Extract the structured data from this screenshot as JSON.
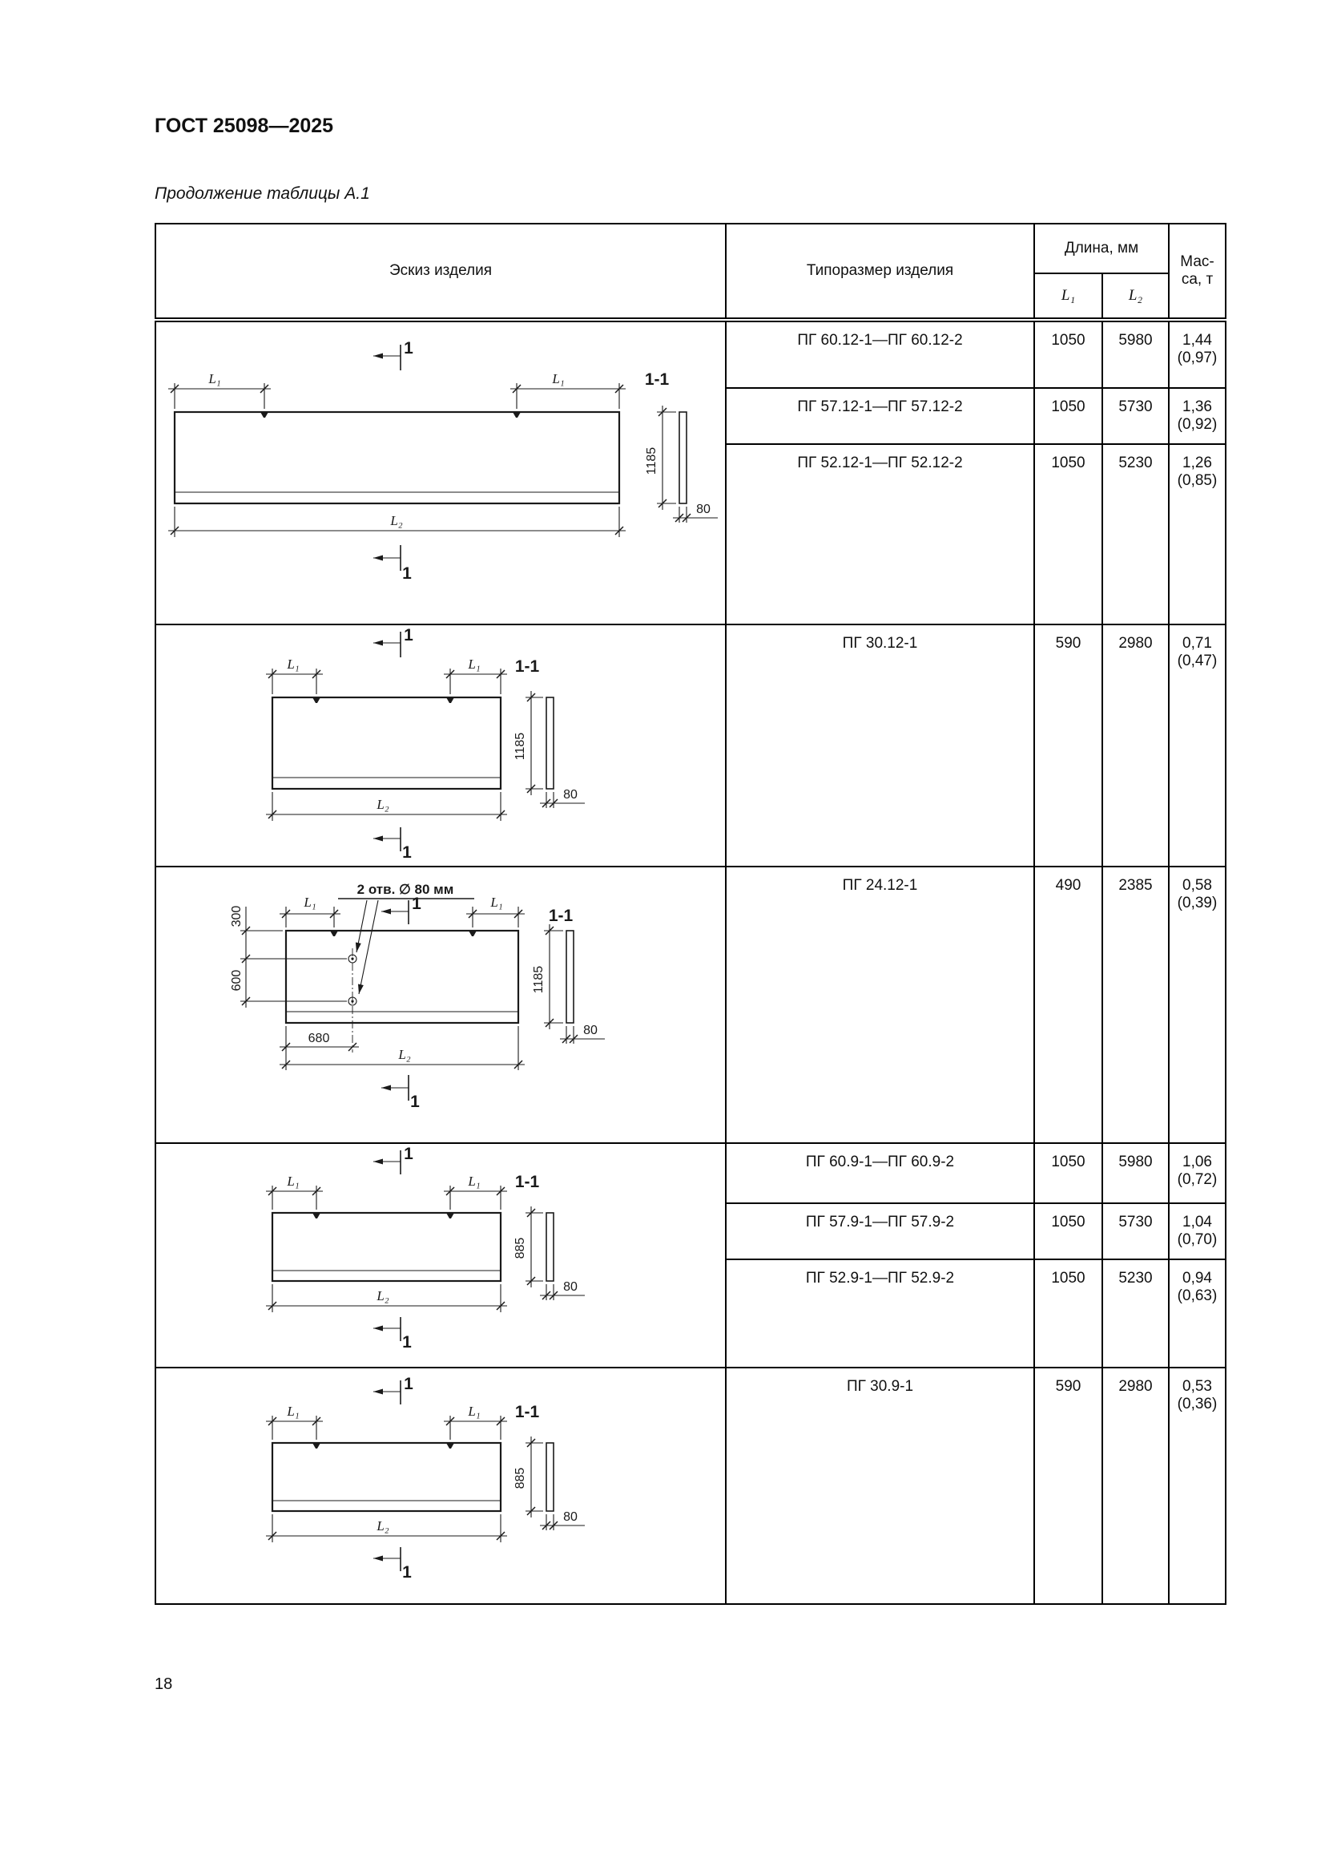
{
  "page": {
    "doc_title": "ГОСТ 25098—2025",
    "caption": "Продолжение таблицы А.1",
    "page_number": "18"
  },
  "table": {
    "header": {
      "sketch": "Эскиз изделия",
      "type": "Типоразмер изделия",
      "length": "Длина, мм",
      "l1": "L₁",
      "l2": "L₂",
      "mass": "Мас-\nса, т"
    },
    "shared": {
      "l1": "L₁",
      "l2": "L₂",
      "sec": "1",
      "secview": "1-1",
      "thk": "80"
    },
    "groups": [
      {
        "sketch": {
          "h": "1185"
        },
        "rows": [
          {
            "type": "ПГ 60.12-1—ПГ 60.12-2",
            "l1": "1050",
            "l2": "5980",
            "mass": "1,44\n(0,97)"
          },
          {
            "type": "ПГ 57.12-1—ПГ 57.12-2",
            "l1": "1050",
            "l2": "5730",
            "mass": "1,36\n(0,92)"
          },
          {
            "type": "ПГ 52.12-1—ПГ 52.12-2",
            "l1": "1050",
            "l2": "5230",
            "mass": "1,26\n(0,85)"
          }
        ]
      },
      {
        "sketch": {
          "h": "1185"
        },
        "rows": [
          {
            "type": "ПГ 30.12-1",
            "l1": "590",
            "l2": "2980",
            "mass": "0,71\n(0,47)"
          }
        ]
      },
      {
        "sketch": {
          "h": "1185",
          "note": "2 отв. ∅ 80 мм",
          "d300": "300",
          "d600": "600",
          "d680": "680"
        },
        "rows": [
          {
            "type": "ПГ 24.12-1",
            "l1": "490",
            "l2": "2385",
            "mass": "0,58\n(0,39)"
          }
        ]
      },
      {
        "sketch": {
          "h": "885"
        },
        "rows": [
          {
            "type": "ПГ 60.9-1—ПГ 60.9-2",
            "l1": "1050",
            "l2": "5980",
            "mass": "1,06\n(0,72)"
          },
          {
            "type": "ПГ 57.9-1—ПГ 57.9-2",
            "l1": "1050",
            "l2": "5730",
            "mass": "1,04\n(0,70)"
          },
          {
            "type": "ПГ 52.9-1—ПГ 52.9-2",
            "l1": "1050",
            "l2": "5230",
            "mass": "0,94\n(0,63)"
          }
        ]
      },
      {
        "sketch": {
          "h": "885"
        },
        "rows": [
          {
            "type": "ПГ 30.9-1",
            "l1": "590",
            "l2": "2980",
            "mass": "0,53\n(0,36)"
          }
        ]
      }
    ]
  }
}
